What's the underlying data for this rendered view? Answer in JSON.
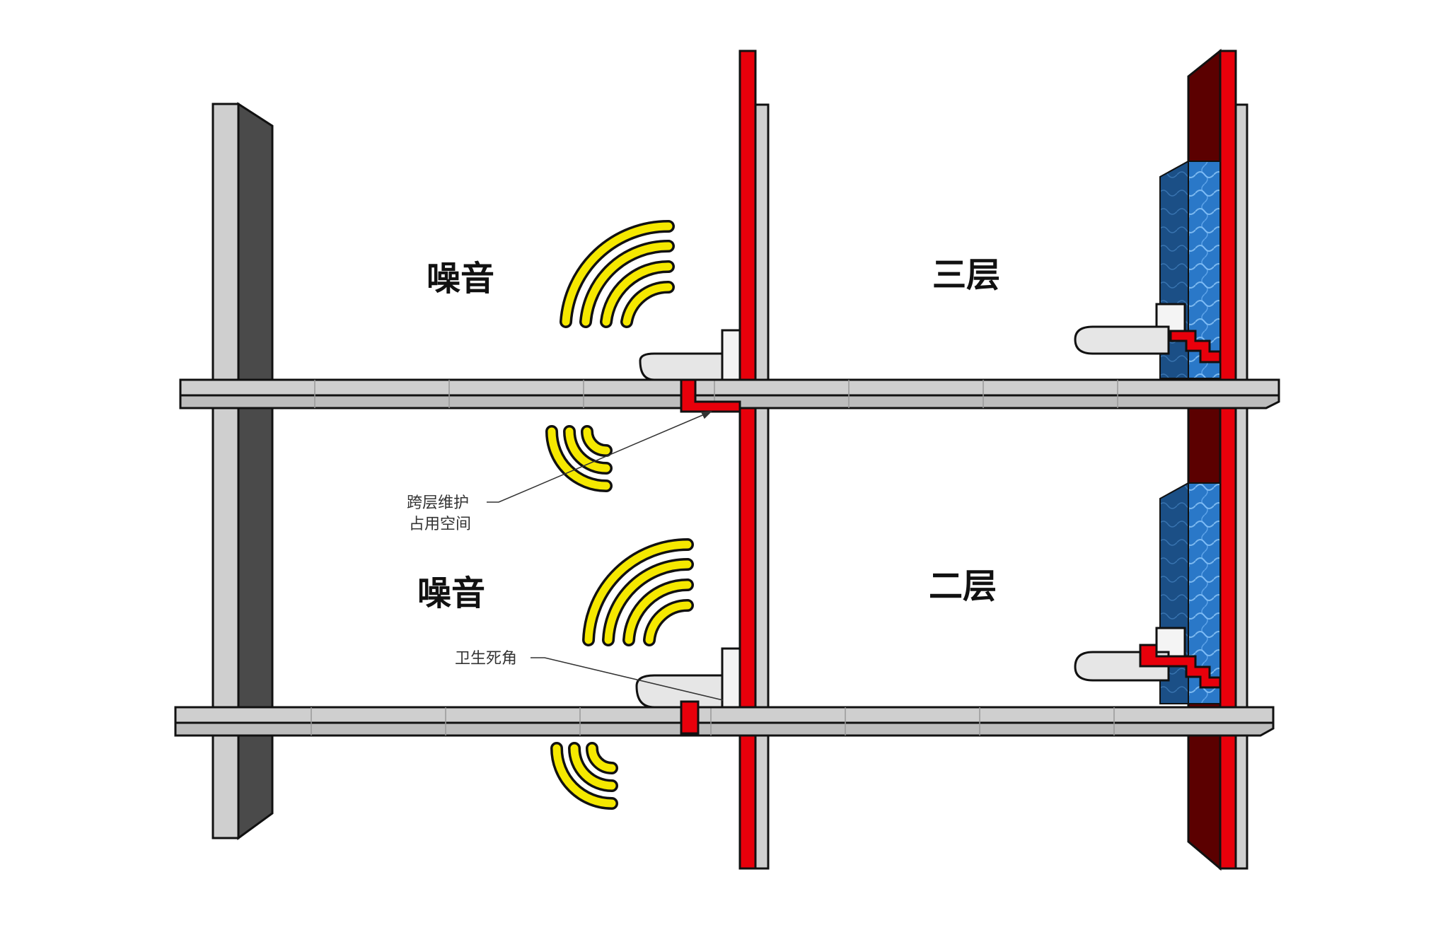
{
  "labels": {
    "noise_upper": "噪音",
    "noise_lower": "噪音",
    "floor_three": "三层",
    "floor_two": "二层",
    "callout_maintenance_line1": "跨层维护",
    "callout_maintenance_line2": "占用空间",
    "callout_dead_corner": "卫生死角"
  },
  "colors": {
    "drain_pipe": "#e8000b",
    "pipe_wall_dark": "#5b0000",
    "concrete": "#cfcfcf",
    "concrete_dark": "#4a4a4a",
    "noise_waves": "#f5e800",
    "tile": "#1f6fbf"
  }
}
